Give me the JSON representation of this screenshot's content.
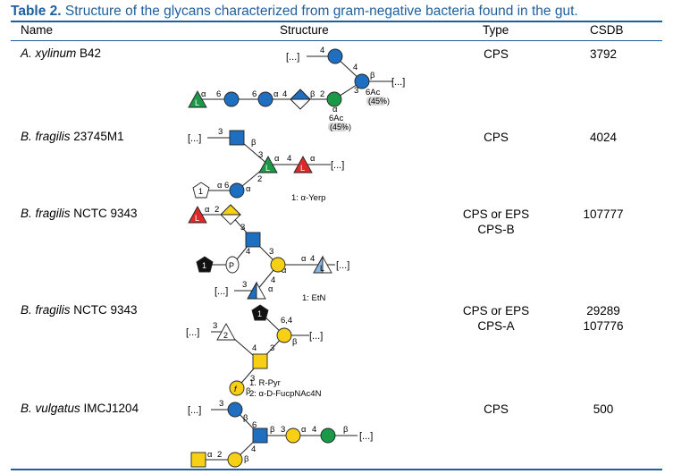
{
  "caption": {
    "label": "Table 2.",
    "text": "Structure of the glycans characterized from gram-negative bacteria found in the gut."
  },
  "headers": {
    "name": "Name",
    "structure": "Structure",
    "type": "Type",
    "csdb": "CSDB"
  },
  "rows": [
    {
      "name_italic": "A. xylinum",
      "name_rest": " B42",
      "type": "CPS",
      "type2": "",
      "csdb": "3792",
      "csdb2": ""
    },
    {
      "name_italic": "B. fragilis",
      "name_rest": " 23745M1",
      "type": "CPS",
      "type2": "",
      "csdb": "4024",
      "csdb2": ""
    },
    {
      "name_italic": "B. fragilis",
      "name_rest": " NCTC 9343",
      "type": "CPS or EPS",
      "type2": "CPS-B",
      "csdb": "107777",
      "csdb2": ""
    },
    {
      "name_italic": "B. fragilis",
      "name_rest": " NCTC 9343",
      "type": "CPS or EPS",
      "type2": "CPS-A",
      "csdb": "29289",
      "csdb2": "107776"
    },
    {
      "name_italic": "B. vulgatus",
      "name_rest": " IMCJ1204",
      "type": "CPS",
      "type2": "",
      "csdb": "500",
      "csdb2": ""
    }
  ],
  "labels": {
    "ellipsis": "[...]",
    "alpha": "α",
    "beta": "β",
    "n2": "2",
    "n3": "3",
    "n4": "4",
    "n6": "6",
    "n64": "6,4",
    "six_ac": "6Ac",
    "pct45": "(45%)",
    "L": "L",
    "one": "1",
    "P": "P",
    "f": "f",
    "note_yerp": "1: α-Yerp",
    "note_etn": "1: EtN",
    "note_pyr": "1. R-Pyr",
    "note_fuc": "2: α-D-FucpNAc4N"
  },
  "colors": {
    "accent": "#1f5f9e",
    "blue": "#1f6fc0",
    "green": "#1a9a48",
    "yellow": "#f7cf14",
    "red": "#e02828",
    "light_blue": "#88b6e0"
  }
}
